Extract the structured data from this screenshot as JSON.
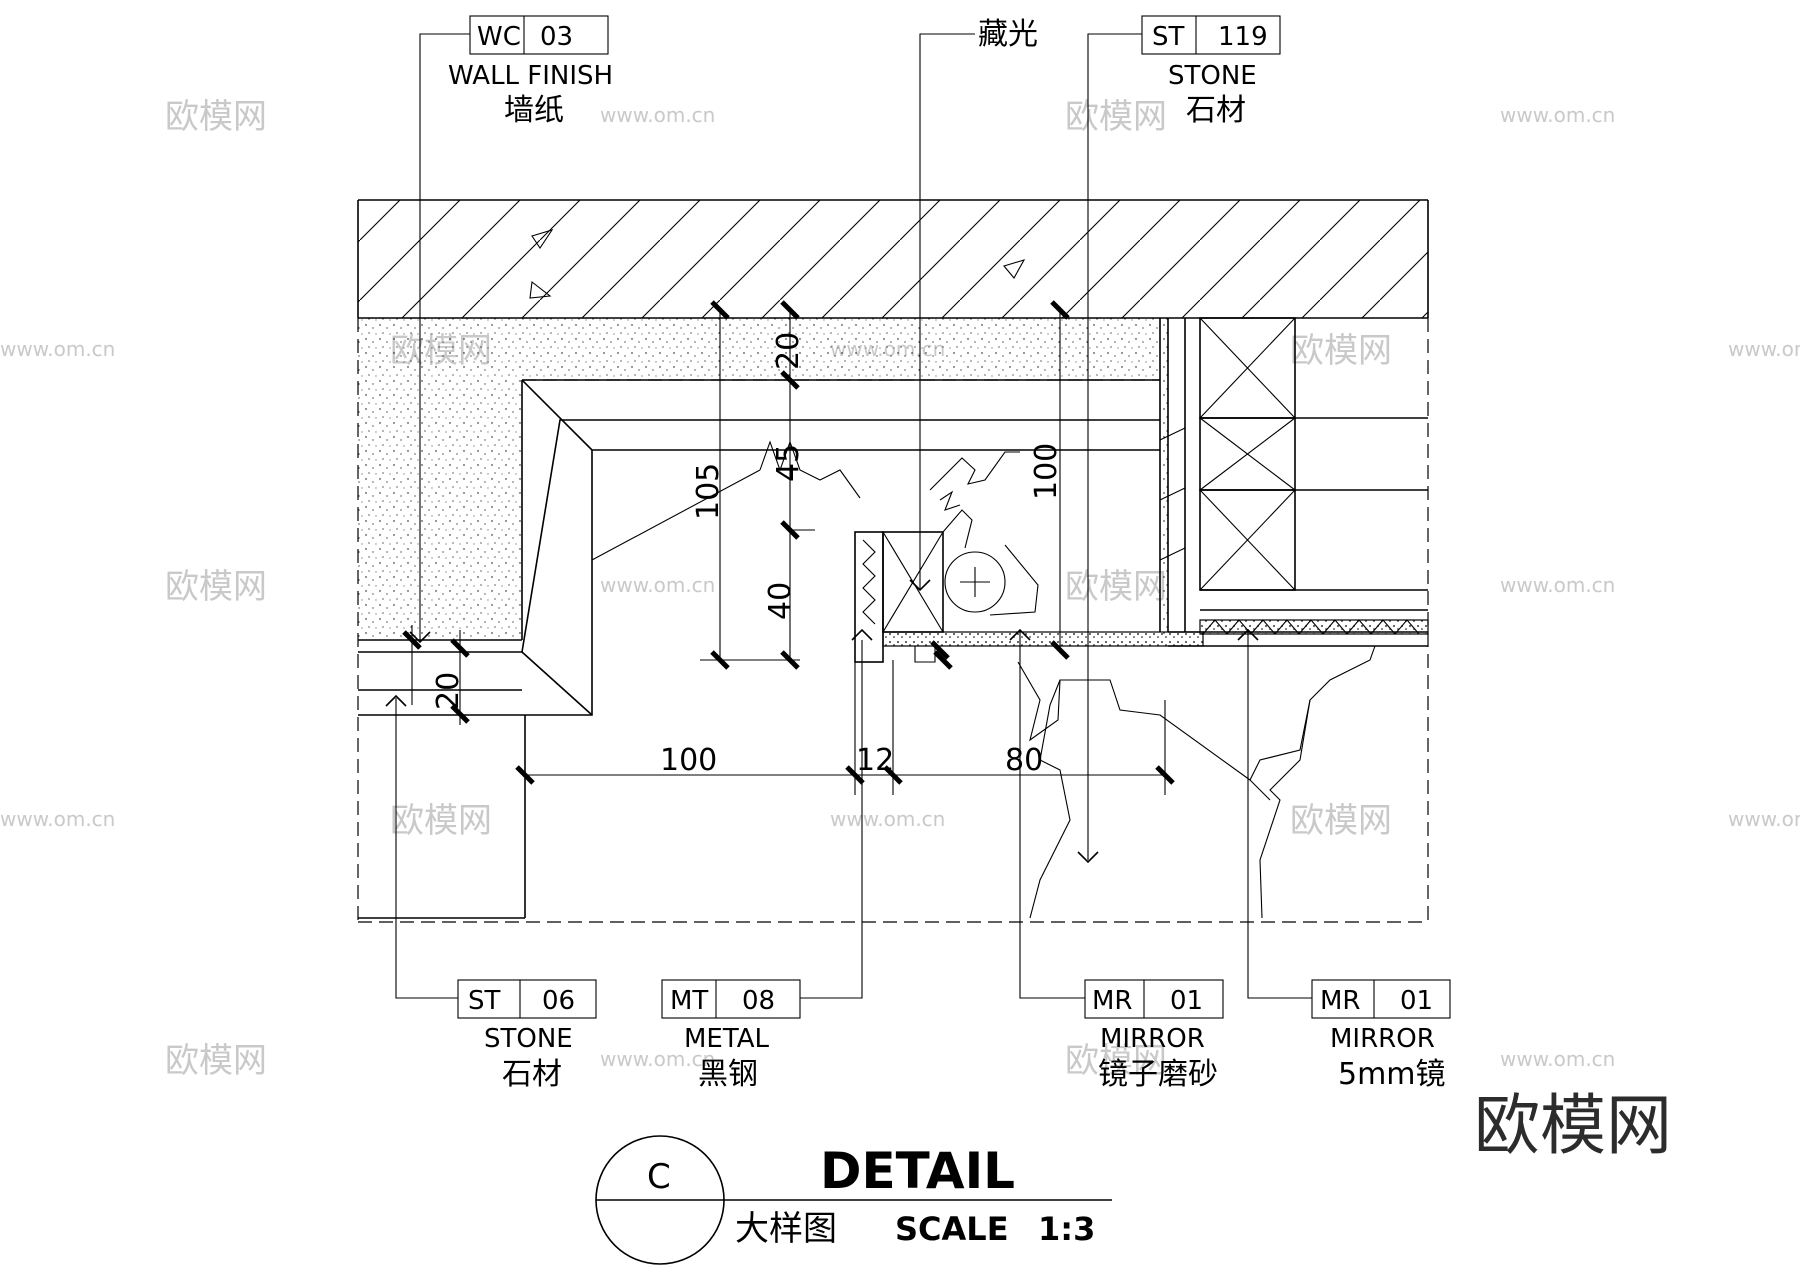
{
  "tags": {
    "wc": {
      "code": "WC",
      "num": "03",
      "name": "WALL FINISH",
      "cn": "墙纸"
    },
    "st119": {
      "code": "ST",
      "num": "119",
      "name": "STONE",
      "cn": "石材"
    },
    "light": {
      "cn": "藏光"
    },
    "st06": {
      "code": "ST",
      "num": "06",
      "name": "STONE",
      "cn": "石材"
    },
    "mt08": {
      "code": "MT",
      "num": "08",
      "name": "METAL",
      "cn": "黑钢"
    },
    "mr01a": {
      "code": "MR",
      "num": "01",
      "name": "MIRROR",
      "cn": "镜子磨砂"
    },
    "mr01b": {
      "code": "MR",
      "num": "01",
      "name": "MIRROR",
      "cn": "5mm镜"
    }
  },
  "dims": {
    "d20a": "20",
    "d45": "45",
    "d105": "105",
    "d100v": "100",
    "d40": "40",
    "d20b": "20",
    "d100h": "100",
    "d12": "12",
    "d80": "80"
  },
  "title": {
    "symbol": "C",
    "main": "DETAIL",
    "cn": "大样图",
    "scale_label": "SCALE",
    "scale_value": "1:3"
  },
  "watermark": {
    "logo": "欧模网",
    "site": "www.om.cn",
    "brand": "欧模网"
  }
}
